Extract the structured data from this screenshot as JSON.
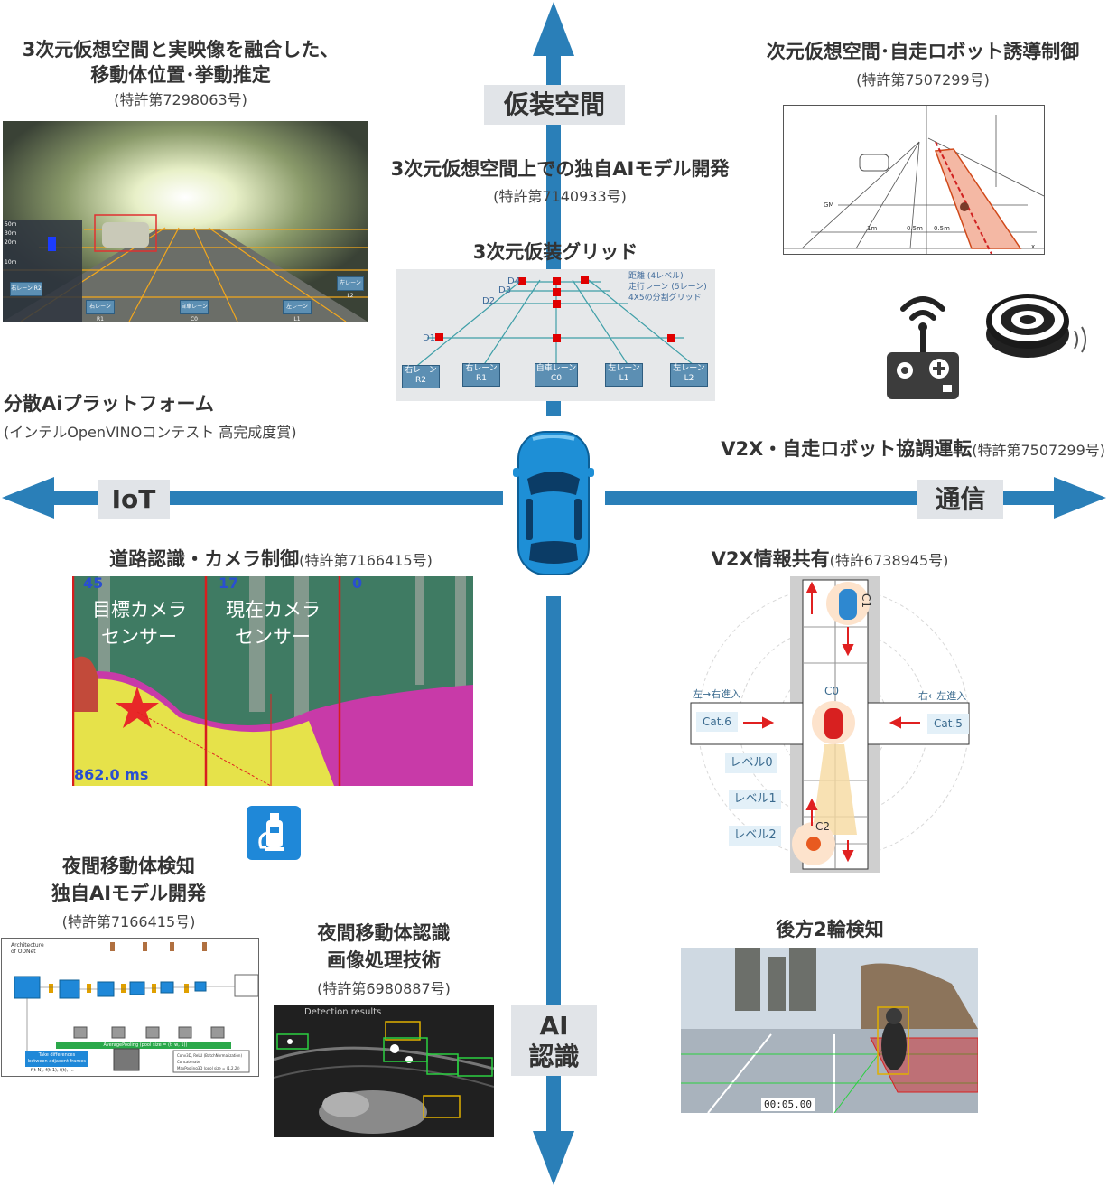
{
  "axes": {
    "up": "仮装空間",
    "left": "IoT",
    "right": "通信",
    "down_line1": "AI",
    "down_line2": "認識"
  },
  "colors": {
    "axis_blue": "#2a7fb8",
    "label_bg": "#e1e4e8"
  },
  "top_left": {
    "title_line1": "3次元仮想空間と実映像を融合した、",
    "title_line2": "移動体位置･挙動推定",
    "patent": "(特許第7298063号)",
    "lane_labels": [
      "右レーン R2",
      "右レーン R1",
      "自車レーン C0",
      "左レーン L1",
      "左レーン L2"
    ],
    "dist_labels": [
      "50m",
      "30m",
      "20m",
      "10m"
    ]
  },
  "top_center": {
    "title": "3次元仮想空間上での独自AIモデル開発",
    "patent": "(特許第7140933号)",
    "grid_title": "3次元仮装グリッド",
    "grid_notes": [
      "距離 (4レベル)",
      "走行レーン (5レーン)",
      "4X5の分割グリッド"
    ],
    "d_labels": [
      "D4",
      "D3",
      "D2",
      "D1"
    ],
    "lanes": [
      {
        "l1": "右レーン",
        "l2": "R2"
      },
      {
        "l1": "右レーン",
        "l2": "R1"
      },
      {
        "l1": "自車レーン",
        "l2": "C0"
      },
      {
        "l1": "左レーン",
        "l2": "L1"
      },
      {
        "l1": "左レーン",
        "l2": "L2"
      }
    ]
  },
  "top_right": {
    "title": "次元仮想空間･自走ロボット誘導制御",
    "patent": "(特許第7507299号)",
    "diagram_labels": [
      "GM",
      "1m",
      "0.5m",
      "0.5m",
      "x"
    ]
  },
  "mid_left": {
    "title": "分散Aiプラットフォーム",
    "subtitle": "(インテルOpenVINOコンテスト 高完成度賞)"
  },
  "mid_right": {
    "title": "V2X・自走ロボット協調運転",
    "patent": "(特許第7507299号)"
  },
  "road_cam": {
    "title": "道路認識・カメラ制御",
    "patent": "(特許第7166415号)",
    "target_l1": "目標カメラ",
    "target_l2": "センサー",
    "current_l1": "現在カメラ",
    "current_l2": "センサー",
    "n1": "45",
    "n2": "17",
    "n3": "0",
    "timing": "862.0 ms"
  },
  "v2x": {
    "title": "V2X情報共有",
    "patent": "(特許6738945号)",
    "left_enter": "左→右進入",
    "right_enter": "右←左進入",
    "cat_left": "Cat.6",
    "cat_right": "Cat.5",
    "c0": "C0",
    "c1": "C1",
    "c2": "C2",
    "levels": [
      "レベル0",
      "レベル1",
      "レベル2"
    ]
  },
  "night_model": {
    "title_line1": "夜間移動体検知",
    "title_line2": "独自AIモデル開発",
    "patent": "(特許第7166415号)",
    "arch_title_l1": "Architecture",
    "arch_title_l2": "of ODNet",
    "pooling": "AveragePooling (pool size = (t, w, 1))",
    "diff_l1": "Take differences",
    "diff_l2": "between adjacent frames",
    "frames": "f(t-N), f(t-1), f(t), ...",
    "legend": [
      "Conv3D, ReLU (BatchNormalization)",
      "Concatenate",
      "MaxPooling3D (pool size = (1,2,2))"
    ]
  },
  "night_image": {
    "title_line1": "夜間移動体認識",
    "title_line2": "画像処理技術",
    "patent": "(特許第6980887号)",
    "banner": "Detection results"
  },
  "rear": {
    "title": "後方2輪検知",
    "timestamp": "00:05.00"
  }
}
